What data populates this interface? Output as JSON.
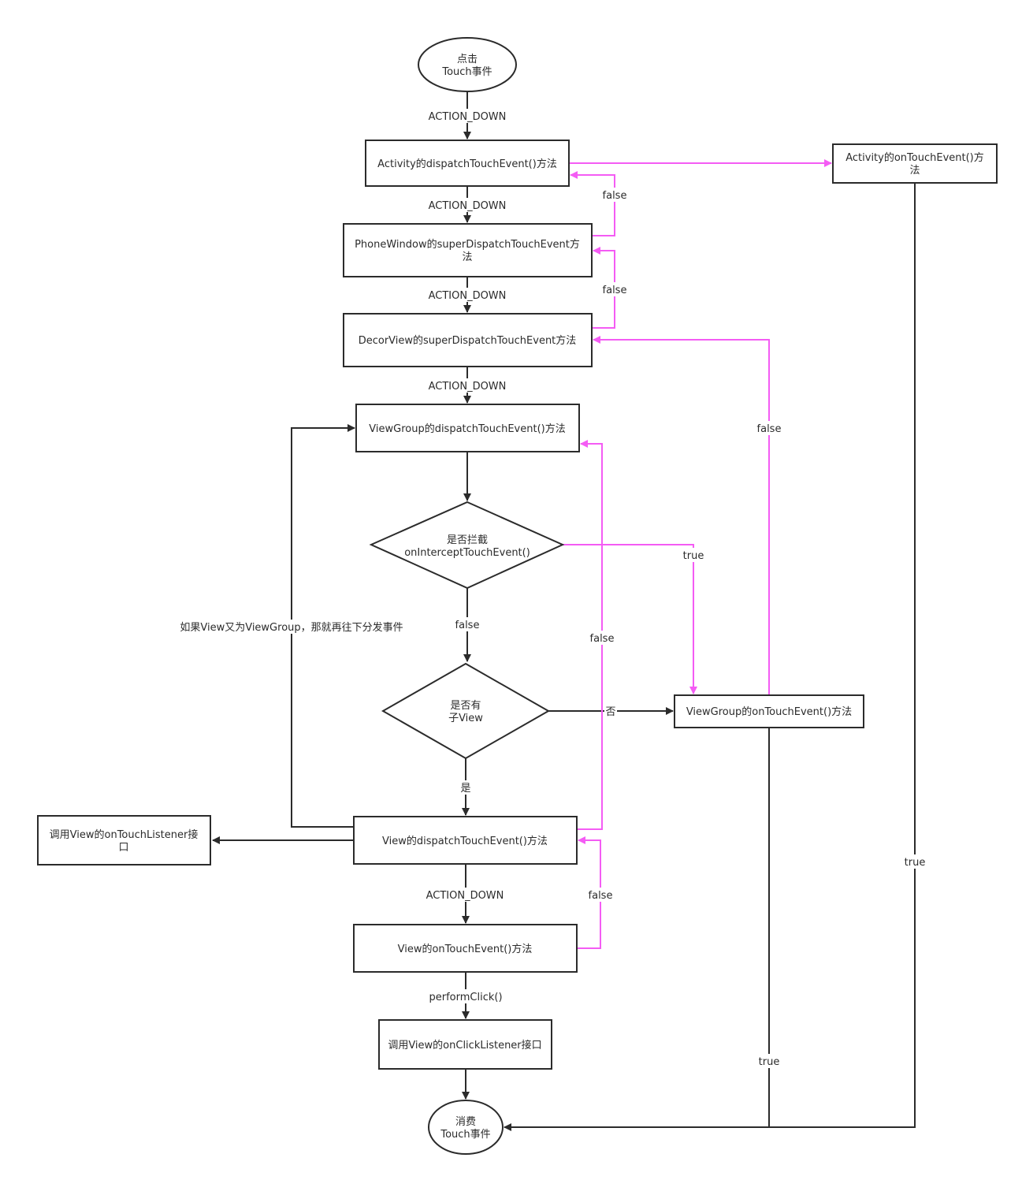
{
  "nodes": {
    "start": [
      "点击",
      "Touch事件"
    ],
    "activity_dispatch": [
      "Activity的dispatchTouchEvent()方法"
    ],
    "activity_ontouch": [
      "Activity的onTouchEvent()方",
      "法"
    ],
    "phonewindow": [
      "PhoneWindow的superDispatchTouchEvent方",
      "法"
    ],
    "decorview": [
      "DecorView的superDispatchTouchEvent方法"
    ],
    "viewgroup_dispatch": [
      "ViewGroup的dispatchTouchEvent()方法"
    ],
    "intercept": [
      "是否拦截",
      "onInterceptTouchEvent()"
    ],
    "has_child": [
      "是否有",
      "子View"
    ],
    "viewgroup_ontouch": [
      "ViewGroup的onTouchEvent()方法"
    ],
    "view_dispatch": [
      "View的dispatchTouchEvent()方法"
    ],
    "ontouchlistener": [
      "调用View的onTouchListener接",
      "口"
    ],
    "view_ontouch": [
      "View的onTouchEvent()方法"
    ],
    "onclicklistener": [
      "调用View的onClickListener接口"
    ],
    "end": [
      "消费",
      "Touch事件"
    ]
  },
  "edge_labels": {
    "down1": "ACTION_DOWN",
    "down2": "ACTION_DOWN",
    "down3": "ACTION_DOWN",
    "down4": "ACTION_DOWN",
    "down5": "ACTION_DOWN",
    "false_pw": "false",
    "false_dv": "false",
    "false_vg_ontouch": "false",
    "true_intercept": "true",
    "false_intercept": "false",
    "false_view_dispatch": "false",
    "no_child": "否",
    "yes_child": "是",
    "recurse": "如果View又为ViewGroup，那就再往下分发事件",
    "false_view_ontouch": "false",
    "perform_click": "performClick()",
    "true_activity": "true",
    "true_viewgroup": "true"
  },
  "colors": {
    "stroke": "#2b2b2b",
    "false_path": "#f45cf4",
    "background": "#ffffff"
  }
}
